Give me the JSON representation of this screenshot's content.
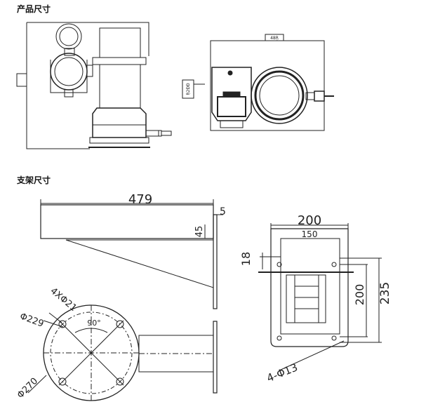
{
  "headings": {
    "product_size": "产品尺寸",
    "bracket_size": "支架尺寸"
  },
  "product_views": {
    "top_tag": "48Ŗ",
    "side_tag": "Ṛ2ĐĐ"
  },
  "bracket_dims": {
    "length": "479",
    "plate_thickness": "5",
    "height": "45",
    "top_width": "200",
    "inner_width": "150",
    "edge_offset": "18",
    "inner_height": "200",
    "outer_height": "235",
    "holes": "4-Φ13",
    "angle": "90°",
    "flange_holes": "4XΦ21",
    "bolt_circle": "Φ229",
    "flange_diameter": "Φ270"
  },
  "colors": {
    "line": "#222222",
    "background": "#ffffff"
  }
}
